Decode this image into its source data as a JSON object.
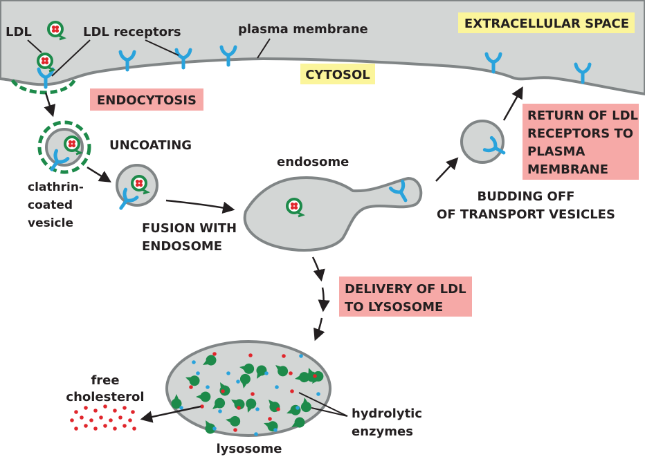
{
  "labels": {
    "ldl": "LDL",
    "ldl_receptors": "LDL receptors",
    "plasma_membrane": "plasma membrane",
    "extracellular_space": "EXTRACELLULAR SPACE",
    "cytosol": "CYTOSOL",
    "endocytosis": "ENDOCYTOSIS",
    "uncoating": "UNCOATING",
    "clathrin_coated_vesicle": [
      "clathrin-",
      "coated",
      "vesicle"
    ],
    "fusion_with_endosome": [
      "FUSION WITH",
      "ENDOSOME"
    ],
    "endosome": "endosome",
    "budding_off": [
      "BUDDING OFF",
      "OF TRANSPORT VESICLES"
    ],
    "return_of_receptors": [
      "RETURN OF LDL",
      "RECEPTORS TO",
      "PLASMA",
      "MEMBRANE"
    ],
    "delivery_to_lysosome": [
      "DELIVERY OF LDL",
      "TO LYSOSOME"
    ],
    "free_cholesterol": [
      "free",
      "cholesterol"
    ],
    "hydrolytic_enzymes": [
      "hydrolytic",
      "enzymes"
    ],
    "lysosome": "lysosome"
  },
  "colors": {
    "cytosol_fill": "#d3d6d5",
    "membrane_stroke": "#808586",
    "receptor": "#29a3dc",
    "clathrin": "#1d8a4a",
    "ldl_ring": "#1d8a4a",
    "ldl_core": "#e0262c",
    "cholesterol_dot": "#e0262c",
    "yellow_label": "#fbf59b",
    "pink_label": "#f6a9a7",
    "enzyme": "#1d8a4a"
  }
}
